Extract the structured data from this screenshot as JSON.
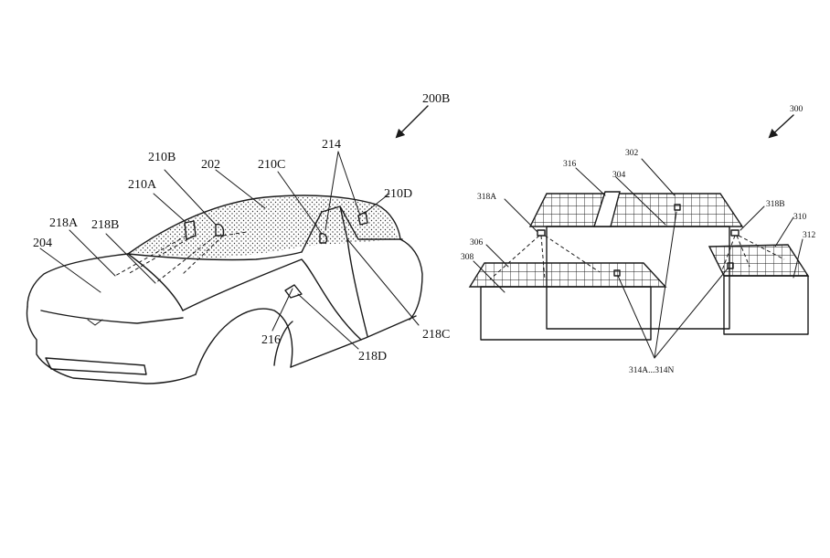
{
  "figure_a": {
    "ref": "200B",
    "labels": {
      "l202": "202",
      "l204": "204",
      "l210A": "210A",
      "l210B": "210B",
      "l210C": "210C",
      "l210D": "210D",
      "l214": "214",
      "l216": "216",
      "l218A": "218A",
      "l218B": "218B",
      "l218C": "218C",
      "l218D": "218D"
    }
  },
  "figure_b": {
    "ref": "300",
    "labels": {
      "l302": "302",
      "l304": "304",
      "l306": "306",
      "l308": "308",
      "l310": "310",
      "l312": "312",
      "l316": "316",
      "l318A": "318A",
      "l318B": "318B",
      "l314": "314A...314N"
    }
  },
  "colors": {
    "ink": "#1a1a1a",
    "background": "#ffffff"
  }
}
